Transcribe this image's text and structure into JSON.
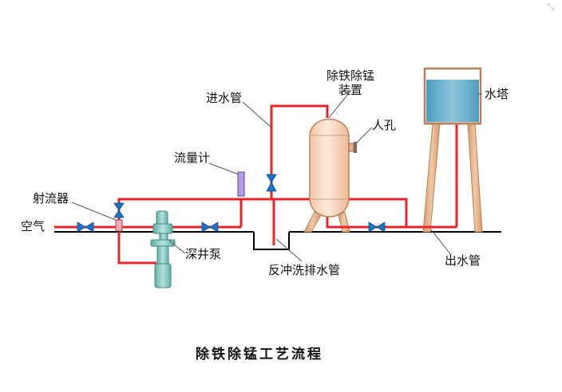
{
  "labels": {
    "air": "空气",
    "ejector": "射流器",
    "flowmeter": "流量计",
    "inlet_pipe": "进水管",
    "deironing_line1": "除铁除锰",
    "deironing_line2": "装置",
    "manhole": "人孔",
    "water_tower": "水塔",
    "deep_well_pump": "深井泵",
    "backwash_pipe": "反冲洗排水管",
    "outlet_pipe": "出水管"
  },
  "title": "除铁除锰工艺流程",
  "colors": {
    "pipe": "#e8242b",
    "ground": "#000000",
    "valve": "#1a73c8",
    "tank": "#f6dcc8",
    "tower_water": "#6fb3cf",
    "legs": "#e2ad84",
    "pump": "#86c7bf"
  },
  "icons": {
    "corner": "expand-icon"
  }
}
